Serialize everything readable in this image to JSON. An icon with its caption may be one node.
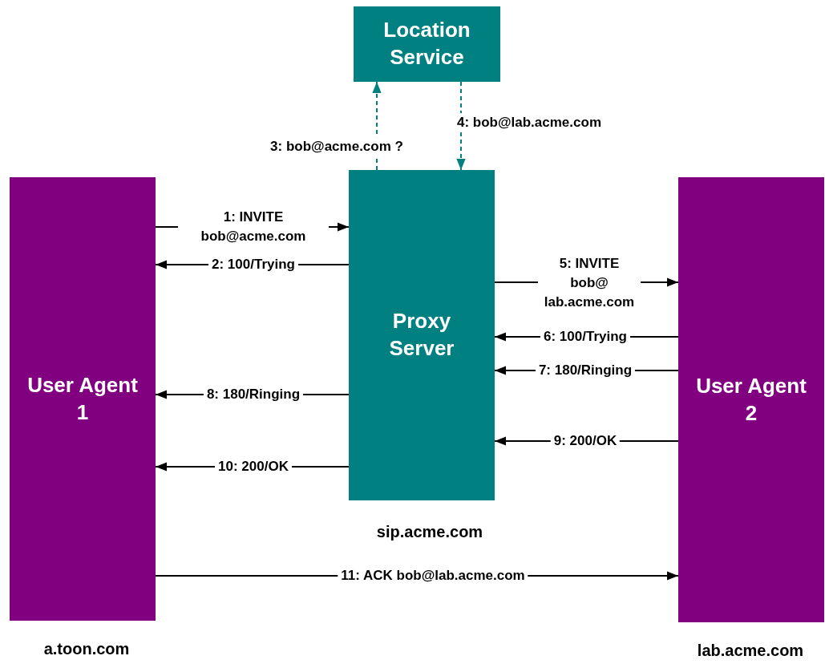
{
  "diagram": {
    "nodes": [
      {
        "text": [
          "Location Service"
        ]
      },
      {
        "text": [
          "User Agent 1"
        ],
        "beside": [
          "a.toon.com"
        ]
      },
      {
        "text": [
          "Proxy Server"
        ],
        "beside": [
          "sip.acme.com"
        ]
      },
      {
        "text": [
          "User Agent 2"
        ],
        "beside": [
          "lab.acme.com"
        ]
      }
    ],
    "edges": [
      {
        "from": 1,
        "to": 2,
        "arrow": "to",
        "label": "1: INVITE bob@acme.com"
      },
      {
        "from": 2,
        "to": 1,
        "arrow": "to",
        "label": "2: 100/Trying"
      },
      {
        "from": 2,
        "to": 0,
        "arrow": "to",
        "label": "3: bob@acme.com ?",
        "style": "dashed",
        "color": "#008080"
      },
      {
        "from": 0,
        "to": 2,
        "arrow": "to",
        "label": "4: bob@lab.acme.com",
        "style": "dashed",
        "color": "#008080"
      },
      {
        "from": 2,
        "to": 3,
        "arrow": "to",
        "label": "5: INVITE bob@ lab.acme.com"
      },
      {
        "from": 3,
        "to": 2,
        "arrow": "to",
        "label": "6: 100/Trying"
      },
      {
        "from": 3,
        "to": 2,
        "arrow": "to",
        "label": "7: 180/Ringing"
      },
      {
        "from": 2,
        "to": 1,
        "arrow": "to",
        "label": "8: 180/Ringing"
      },
      {
        "from": 3,
        "to": 2,
        "arrow": "to",
        "label": "9: 200/OK"
      },
      {
        "from": 2,
        "to": 1,
        "arrow": "to",
        "label": "10: 200/OK"
      },
      {
        "from": 1,
        "to": 3,
        "arrow": "to",
        "label": "11: ACK bob@lab.acme.com"
      }
    ]
  }
}
